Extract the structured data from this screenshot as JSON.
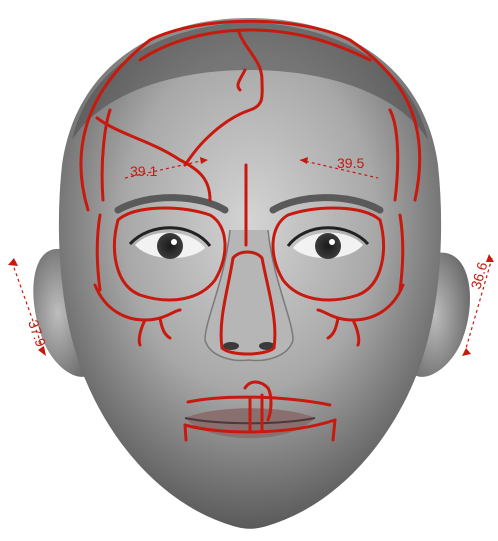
{
  "figure": {
    "face_tone": "#9a9a9a",
    "overlay_color": "#c8190f",
    "measurements": {
      "left_brow": "39.1",
      "right_brow": "39.5",
      "left_ear": "37.9",
      "right_ear": "36.6"
    }
  }
}
